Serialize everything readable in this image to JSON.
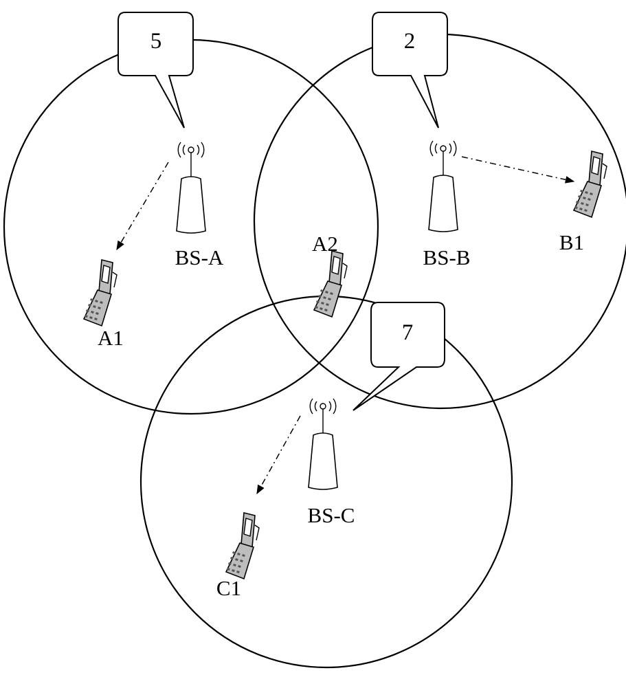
{
  "callouts": {
    "a": "5",
    "b": "2",
    "c": "7"
  },
  "stations": {
    "a": "BS-A",
    "b": "BS-B",
    "c": "BS-C"
  },
  "terminals": {
    "a1": "A1",
    "a2": "A2",
    "b1": "B1",
    "c1": "C1"
  }
}
